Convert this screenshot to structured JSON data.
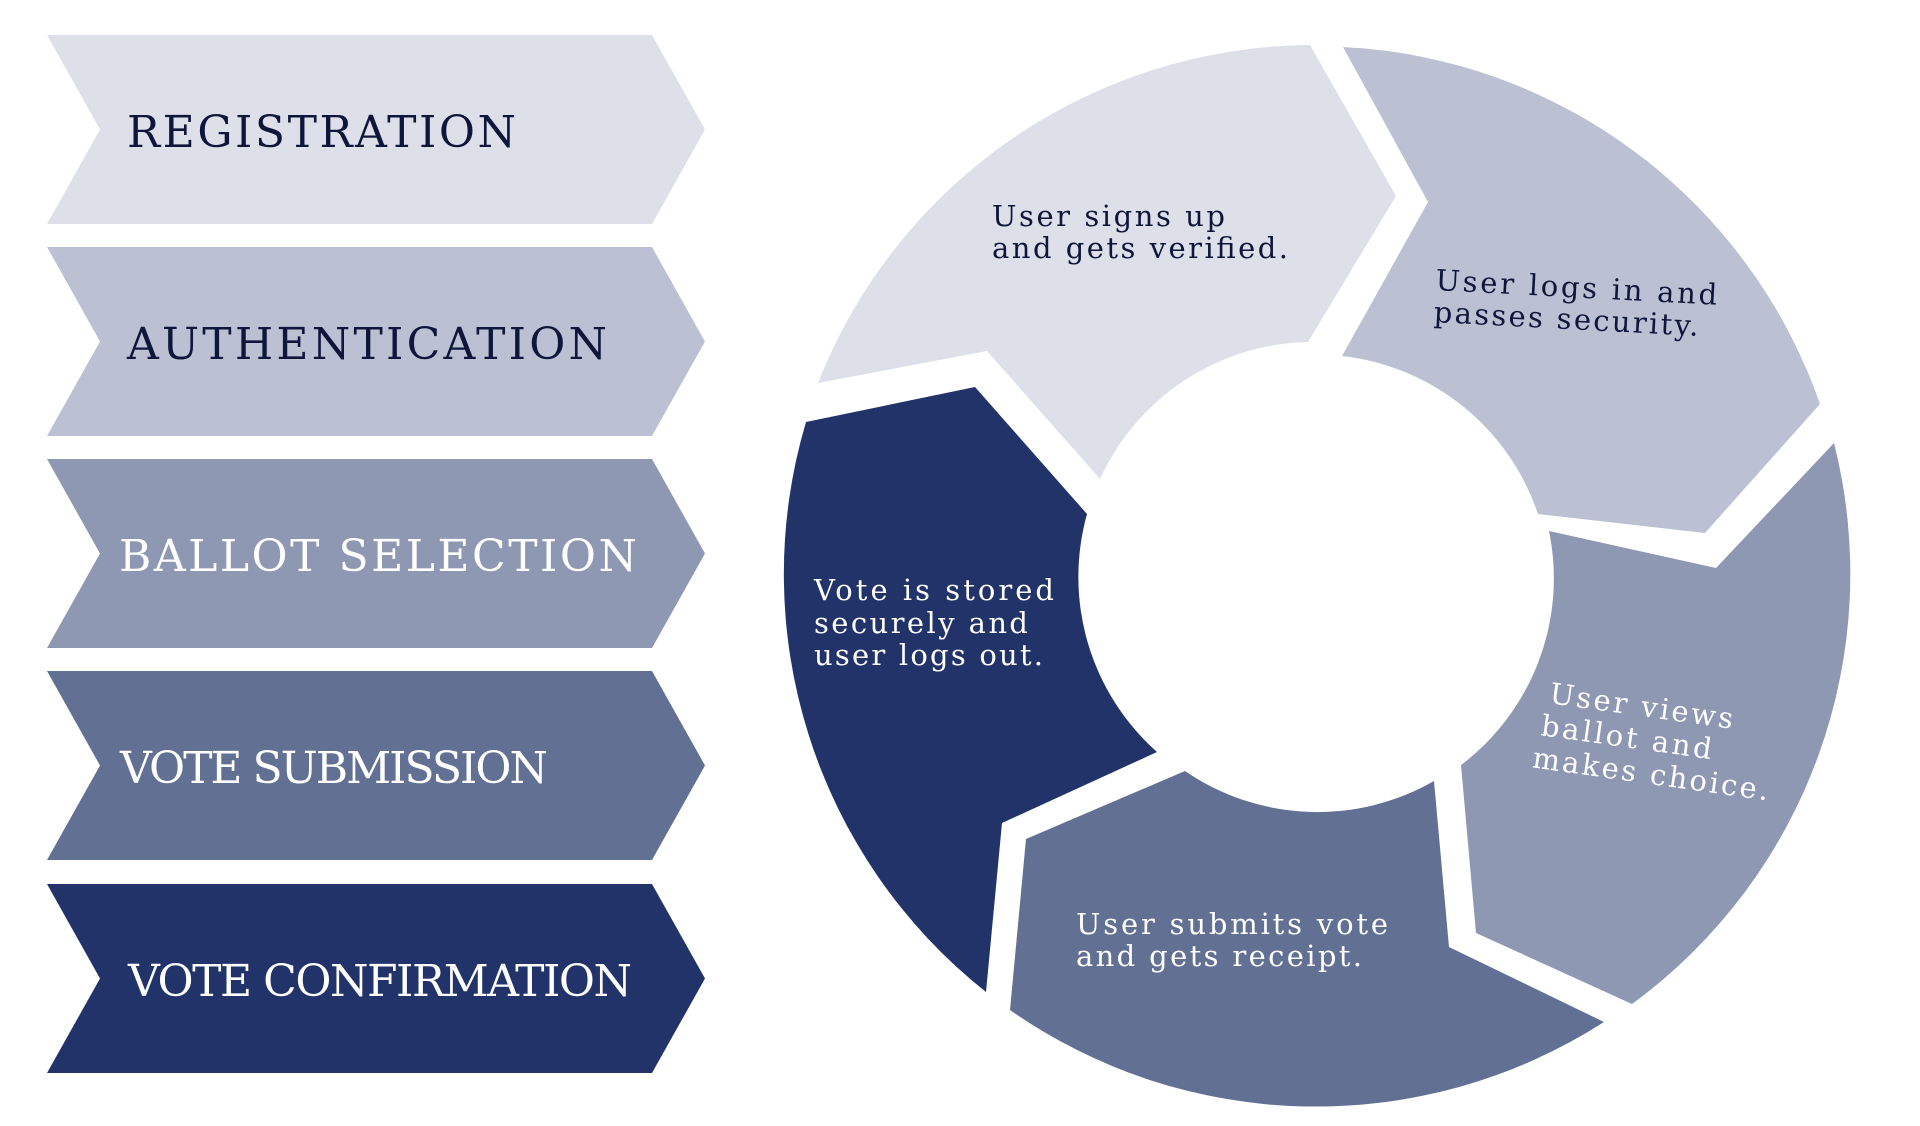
{
  "palette": {
    "step1": "#DDE0E8",
    "step2": "#BBC1D2",
    "step3": "#8E98B3",
    "step4": "#627094",
    "step5": "#22336A",
    "text_dark": "#0F163C",
    "text_light": "#FFFFFF"
  },
  "steps": [
    {
      "label": "REGISTRATION",
      "color": "#DDE0E8",
      "text_color": "#0F163C"
    },
    {
      "label": "AUTHENTICATION",
      "color": "#BBC1D2",
      "text_color": "#0F163C"
    },
    {
      "label": "BALLOT SELECTION",
      "color": "#8E98B3",
      "text_color": "#FFFFFF"
    },
    {
      "label": "VOTE SUBMISSION",
      "color": "#627094",
      "text_color": "#FFFFFF"
    },
    {
      "label": "VOTE CONFIRMATION",
      "color": "#22336A",
      "text_color": "#FFFFFF"
    }
  ],
  "cycle": [
    {
      "lines": [
        "User signs up",
        "and gets verified."
      ],
      "color": "#DDE0E8",
      "text_color": "#0F163C"
    },
    {
      "lines": [
        "User logs in and",
        "passes security."
      ],
      "color": "#BBC1D2",
      "text_color": "#0F163C"
    },
    {
      "lines": [
        "User views",
        "ballot and",
        "makes choice."
      ],
      "color": "#8E98B3",
      "text_color": "#FFFFFF"
    },
    {
      "lines": [
        "User submits vote",
        "and gets receipt."
      ],
      "color": "#627094",
      "text_color": "#FFFFFF"
    },
    {
      "lines": [
        "Vote is stored",
        "securely and",
        "user logs out."
      ],
      "color": "#22336A",
      "text_color": "#FFFFFF"
    }
  ]
}
